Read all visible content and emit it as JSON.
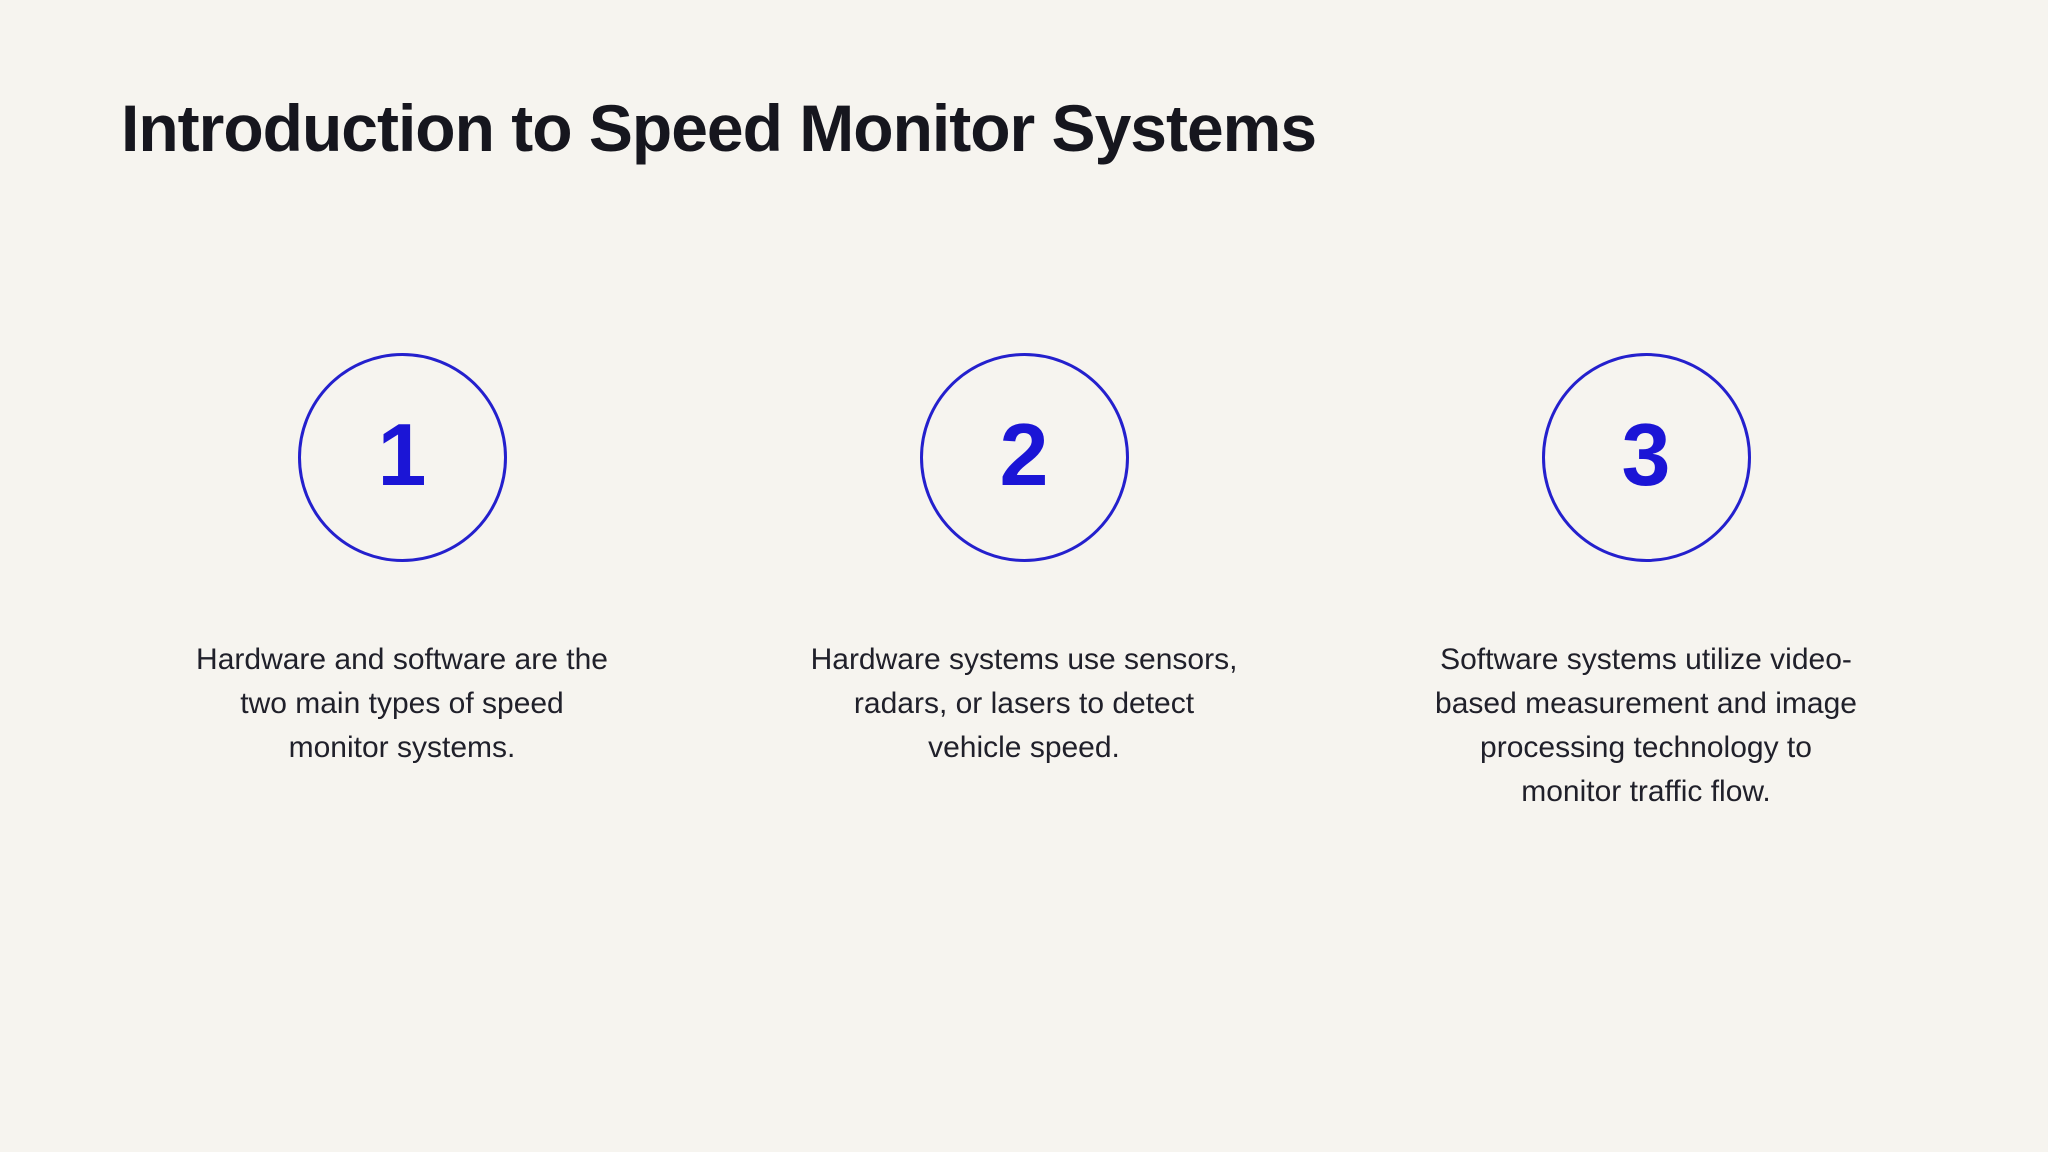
{
  "slide": {
    "title": "Introduction to Speed Monitor Systems",
    "background_color": "#f6f4ef",
    "accent_color": "#1b15d6",
    "title_color": "#16161e",
    "text_color": "#20202a",
    "steps": [
      {
        "number": "1",
        "description": "Hardware and software are the\ntwo main types of speed\nmonitor systems."
      },
      {
        "number": "2",
        "description": "Hardware systems use sensors,\nradars, or lasers to detect\nvehicle speed."
      },
      {
        "number": "3",
        "description": "Software systems utilize video-\nbased measurement and image\nprocessing technology to\nmonitor traffic flow."
      }
    ]
  }
}
